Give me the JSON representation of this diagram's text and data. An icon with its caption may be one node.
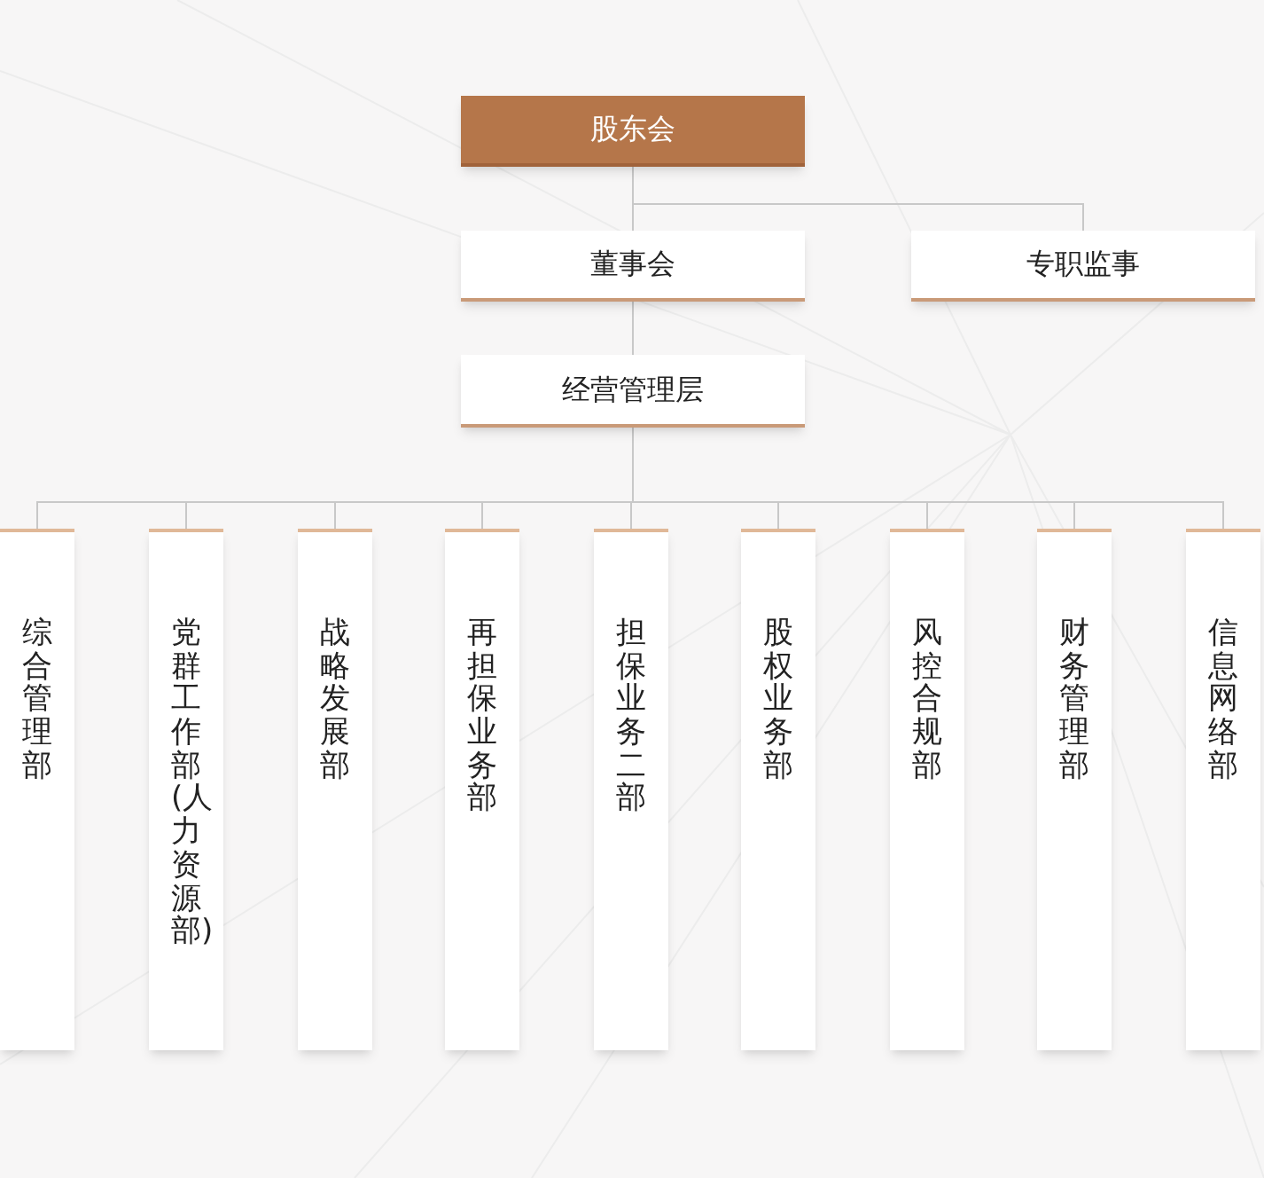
{
  "diagram": {
    "nodes": [
      {
        "text": [
          "股东会"
        ]
      },
      {
        "text": [
          "董事会"
        ]
      },
      {
        "text": [
          "专职监事"
        ]
      },
      {
        "text": [
          "经营管理层"
        ]
      },
      {
        "text": [
          "综合管理部"
        ]
      },
      {
        "text": [
          "党群工作部(人力资源部)"
        ]
      },
      {
        "text": [
          "战略发展部"
        ]
      },
      {
        "text": [
          "再担保业务部"
        ]
      },
      {
        "text": [
          "担保业务二部"
        ]
      },
      {
        "text": [
          "股权业务部"
        ]
      },
      {
        "text": [
          "风控合规部"
        ]
      },
      {
        "text": [
          "财务管理部"
        ]
      },
      {
        "text": [
          "信息网络部"
        ]
      }
    ],
    "edges": [
      {
        "from": 0,
        "to": 1,
        "arrow": "none"
      },
      {
        "from": 0,
        "to": 2,
        "arrow": "none"
      },
      {
        "from": 1,
        "to": 3,
        "arrow": "none"
      },
      {
        "from": 3,
        "to": 4,
        "arrow": "none"
      },
      {
        "from": 3,
        "to": 5,
        "arrow": "none"
      },
      {
        "from": 3,
        "to": 6,
        "arrow": "none"
      },
      {
        "from": 3,
        "to": 7,
        "arrow": "none"
      },
      {
        "from": 3,
        "to": 8,
        "arrow": "none"
      },
      {
        "from": 3,
        "to": 9,
        "arrow": "none"
      },
      {
        "from": 3,
        "to": 10,
        "arrow": "none"
      },
      {
        "from": 3,
        "to": 11,
        "arrow": "none"
      },
      {
        "from": 3,
        "to": 12,
        "arrow": "none"
      }
    ]
  }
}
